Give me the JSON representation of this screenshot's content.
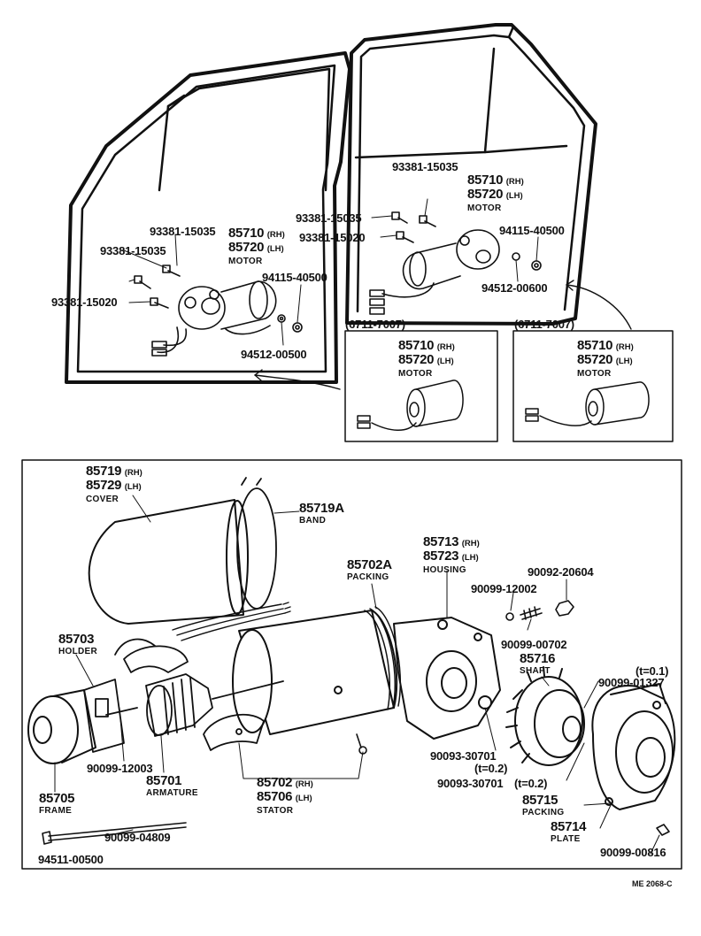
{
  "upper": {
    "front_door": {
      "bolt_a": "93381-15035",
      "bolt_b": "93381-15035",
      "bolt_c": "93381-15020",
      "nut": "94115-40500",
      "washer": "94512-00500",
      "motor": {
        "rh": "85710",
        "rh_tag": "(RH)",
        "lh": "85720",
        "lh_tag": "(LH)",
        "name": "MOTOR"
      }
    },
    "rear_door": {
      "bolt_a": "93381-15035",
      "bolt_b": "93381-15035",
      "bolt_c": "93381-15020",
      "nut": "94115-40500",
      "washer": "94512-00600",
      "motor": {
        "rh": "85710",
        "rh_tag": "(RH)",
        "lh": "85720",
        "lh_tag": "(LH)",
        "name": "MOTOR"
      }
    },
    "inset_left": {
      "range": "(6711-7007)",
      "motor": {
        "rh": "85710",
        "rh_tag": "(RH)",
        "lh": "85720",
        "lh_tag": "(LH)",
        "name": "MOTOR"
      }
    },
    "inset_right": {
      "range": "(6711-7007)",
      "motor": {
        "rh": "85710",
        "rh_tag": "(RH)",
        "lh": "85720",
        "lh_tag": "(LH)",
        "name": "MOTOR"
      }
    }
  },
  "exploded": {
    "cover": {
      "rh": "85719",
      "rh_tag": "(RH)",
      "lh": "85729",
      "lh_tag": "(LH)",
      "name": "COVER"
    },
    "band": {
      "num": "85719A",
      "name": "BAND"
    },
    "packing_a": {
      "num": "85702A",
      "name": "PACKING"
    },
    "housing": {
      "rh": "85713",
      "rh_tag": "(RH)",
      "lh": "85723",
      "lh_tag": "(LH)",
      "name": "HOUSING"
    },
    "p90092": "90092-20604",
    "p90099a": "90099-12002",
    "p90099b": "90099-00702",
    "shaft": {
      "num": "85716",
      "name": "SHAFT"
    },
    "t01": "(t=0.1)",
    "p90099c": "90099-01327",
    "holder": {
      "num": "85703",
      "name": "HOLDER"
    },
    "p90099d": "90099-12003",
    "armature": {
      "num": "85701",
      "name": "ARMATURE"
    },
    "stator": {
      "rh": "85702",
      "rh_tag": "(RH)",
      "lh": "85706",
      "lh_tag": "(LH)",
      "name": "STATOR"
    },
    "p90093a": "90093-30701",
    "t02a": "(t=0.2)",
    "p90093b": "90093-30701",
    "t02b": "(t=0.2)",
    "frame": {
      "num": "85705",
      "name": "FRAME"
    },
    "packing_b": {
      "num": "85715",
      "name": "PACKING"
    },
    "plate": {
      "num": "85714",
      "name": "PLATE"
    },
    "p90099e": "90099-04809",
    "p94511": "94511-00500",
    "p90099f": "90099-00816"
  },
  "ref_code": "ME 2068-C"
}
